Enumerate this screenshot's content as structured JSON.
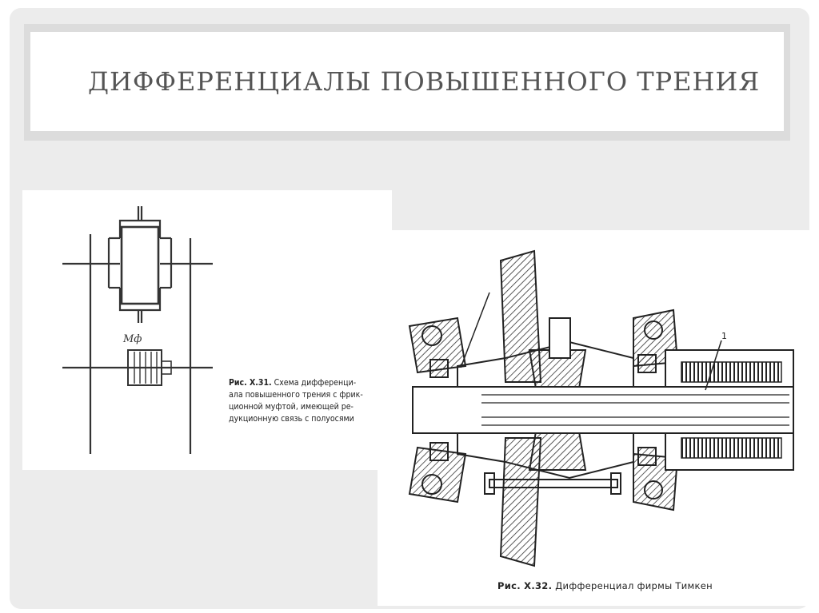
{
  "slide": {
    "title": "ДИФФЕРЕНЦИАЛЫ ПОВЫШЕННОГО ТРЕНИЯ"
  },
  "figure1": {
    "label": "Мф",
    "caption_bold": "Рис. Х.31.",
    "caption_lines": [
      "Схема дифференци-",
      "ала повышенного трения с фрик-",
      "ционной муфтой, имеющей ре-",
      "дукционную связь с полуосями"
    ]
  },
  "figure2": {
    "marker_label": "1",
    "caption_bold": "Рис. Х.32.",
    "caption_text": "Дифференциал фирмы Тимкен"
  }
}
